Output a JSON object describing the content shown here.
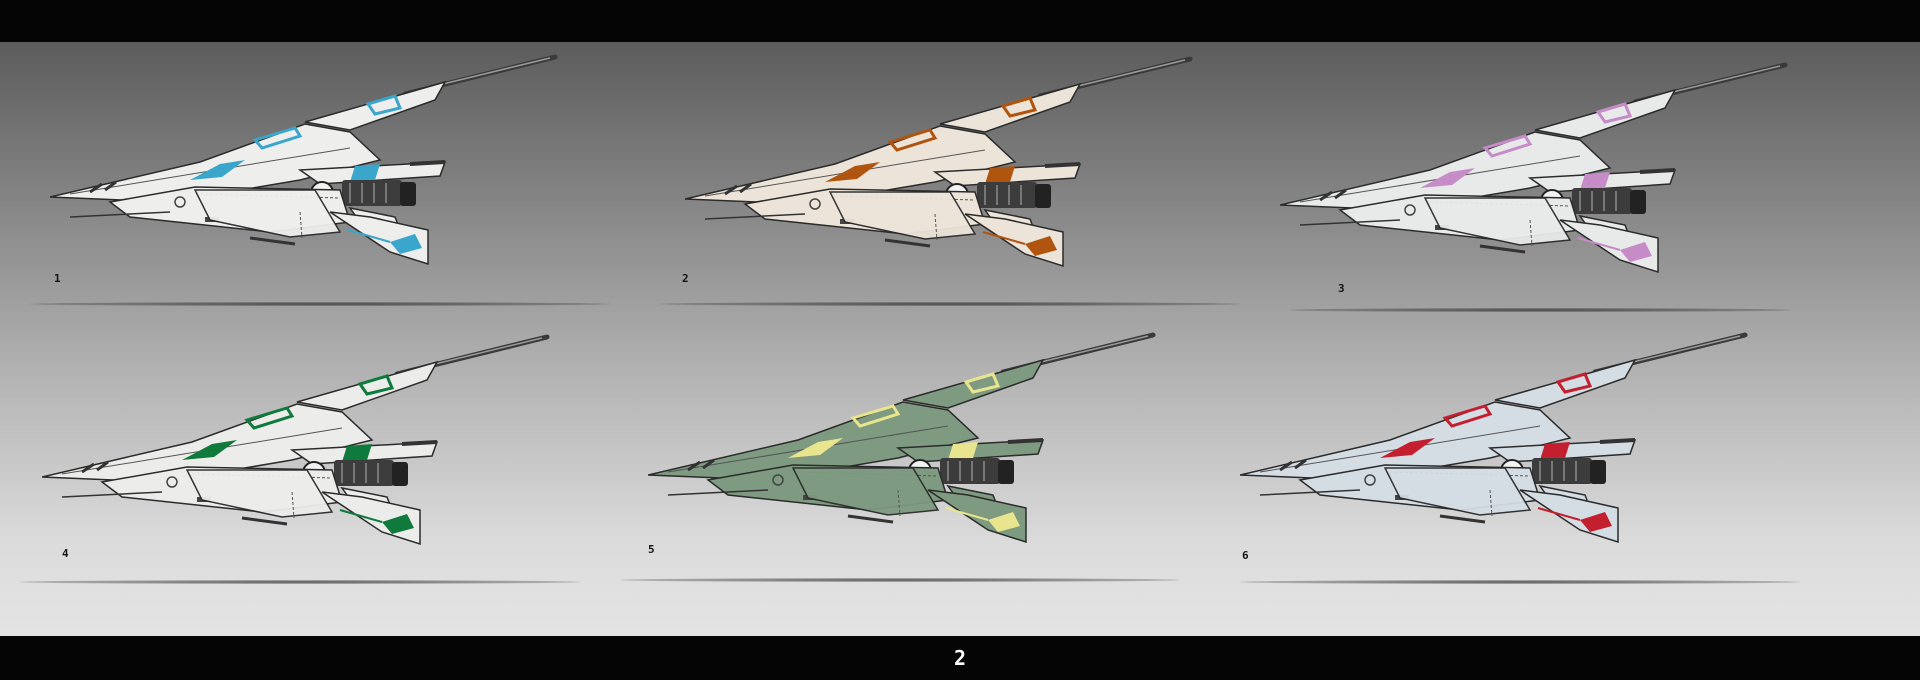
{
  "page_number": "2",
  "variants": [
    {
      "label": "1",
      "hull": "#eeeeec",
      "accent": "#3aa6cc"
    },
    {
      "label": "2",
      "hull": "#ece4d8",
      "accent": "#b0550f"
    },
    {
      "label": "3",
      "hull": "#e8eaea",
      "accent": "#c68cc8"
    },
    {
      "label": "4",
      "hull": "#ececea",
      "accent": "#0f7a3c"
    },
    {
      "label": "5",
      "hull": "#7e9a80",
      "accent": "#e8e58e"
    },
    {
      "label": "6",
      "hull": "#d4dce4",
      "accent": "#c41f2e"
    }
  ]
}
